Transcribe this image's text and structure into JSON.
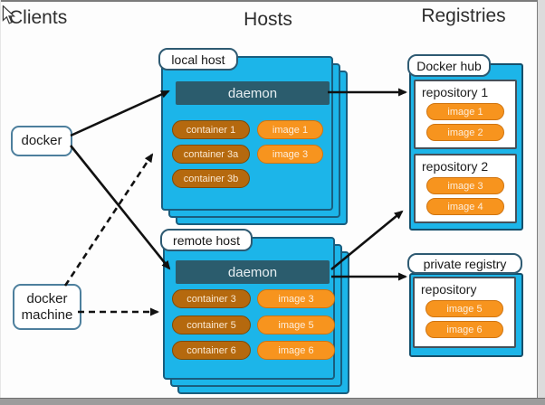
{
  "headings": {
    "clients": "Clients",
    "hosts": "Hosts",
    "registries": "Registries"
  },
  "clients": {
    "docker_label": "docker",
    "docker_machine_label": "docker machine"
  },
  "hosts": [
    {
      "label": "local host",
      "daemon_label": "daemon",
      "containers": [
        "container 1",
        "container 3a",
        "container 3b"
      ],
      "images": [
        "image 1",
        "image 3"
      ]
    },
    {
      "label": "remote host",
      "daemon_label": "daemon",
      "containers": [
        "container 3",
        "container 5",
        "container 6"
      ],
      "images": [
        "image 3",
        "image 5",
        "image 6"
      ]
    }
  ],
  "registries": [
    {
      "label": "Docker hub",
      "repositories": [
        {
          "name": "repository 1",
          "images": [
            "image 1",
            "image 2"
          ]
        },
        {
          "name": "repository 2",
          "images": [
            "image 3",
            "image 4"
          ]
        }
      ]
    },
    {
      "label": "private registry",
      "repositories": [
        {
          "name": "repository",
          "images": [
            "image 5",
            "image 6"
          ]
        }
      ]
    }
  ],
  "colors": {
    "host_cyan": "#1cb5e9",
    "daemon_teal": "#2b5c6d",
    "container_orange": "#b5690e",
    "image_orange": "#f7941e",
    "tab_border_blue": "#2e5a72",
    "arrow_black": "#111111"
  }
}
